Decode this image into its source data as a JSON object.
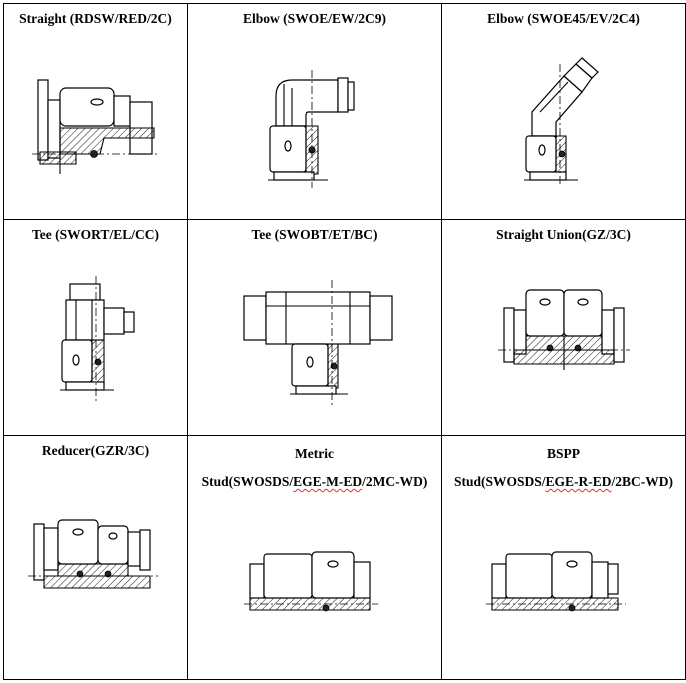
{
  "cells": [
    {
      "title": "Straight (RDSW/RED/2C)",
      "icon": "straight-fitting-drawing"
    },
    {
      "title": "Elbow (SWOE/EW/2C9)",
      "icon": "elbow-90-fitting-drawing"
    },
    {
      "title": "Elbow (SWOE45/EV/2C4)",
      "icon": "elbow-45-fitting-drawing"
    },
    {
      "title": "Tee (SWORT/EL/CC)",
      "icon": "run-tee-fitting-drawing"
    },
    {
      "title": "Tee (SWOBT/ET/BC)",
      "icon": "branch-tee-fitting-drawing"
    },
    {
      "title": "Straight Union(GZ/3C)",
      "icon": "straight-union-drawing"
    },
    {
      "title": "Reducer(GZR/3C)",
      "icon": "reducer-drawing"
    },
    {
      "title_line1": "Metric",
      "title_line2": "Stud(SWOSDS/EGE-M-ED/2MC-WD)",
      "title_underlined": "EGE-M-ED",
      "title_before": "Stud(SWOSDS/",
      "title_after": "/2MC-WD)",
      "icon": "metric-stud-drawing"
    },
    {
      "title_line1": "BSPP",
      "title_line2": "Stud(SWOSDS/EGE-R-ED/2BC-WD)",
      "title_underlined": "EGE-R-ED",
      "title_before": "Stud(SWOSDS/",
      "title_after": "/2BC-WD)",
      "icon": "bspp-stud-drawing"
    }
  ]
}
